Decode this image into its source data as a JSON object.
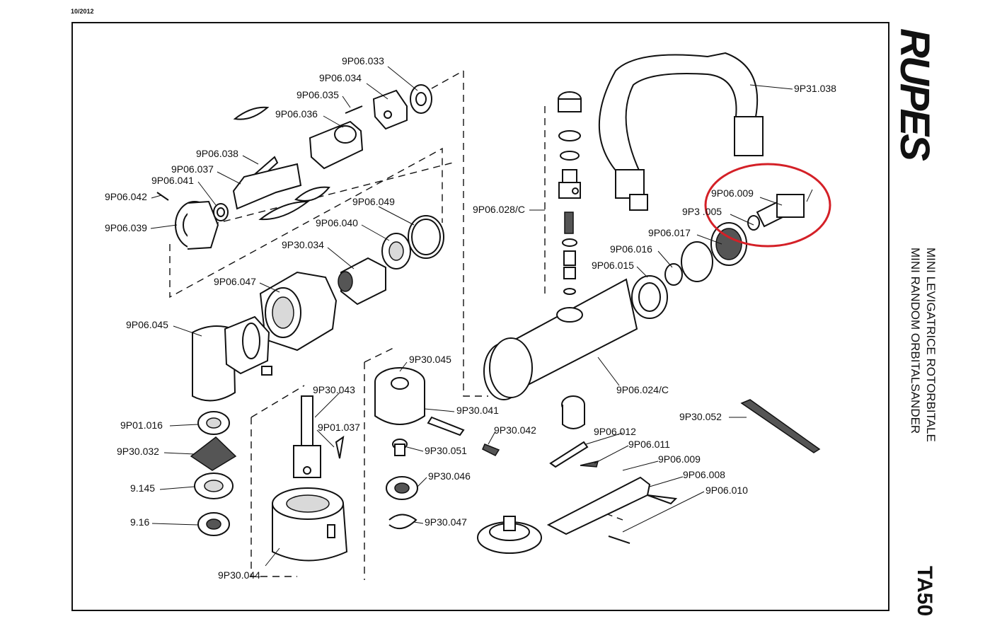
{
  "header": {
    "date": "10/2012"
  },
  "brand": {
    "logo_text": "RUPES"
  },
  "title": {
    "line1": "MINI LEVIGATRICE ROTORBITALE",
    "line2": "MINI RANDOM ORBITALSANDER"
  },
  "model": "TA50",
  "highlight": {
    "color": "#d42027",
    "marked_part": "9P06.009"
  },
  "parts": [
    "9P06.033",
    "9P06.034",
    "9P06.035",
    "9P06.036",
    "9P06.038",
    "9P06.037",
    "9P06.041",
    "9P06.042",
    "9P06.039",
    "9P06.049",
    "9P06.040",
    "9P30.034",
    "9P06.047",
    "9P06.045",
    "9P30.045",
    "9P30.043",
    "9P01.037",
    "9P30.041",
    "9P30.042",
    "9P30.051",
    "9P30.046",
    "9P30.047",
    "9P01.016",
    "9P30.032",
    "9.145",
    "9.16",
    "9P30.044",
    "9P06.028/C",
    "9P31.038",
    "9P06.009",
    "9P3 .005",
    "9P06.017",
    "9P06.016",
    "9P06.015",
    "9P06.024/C",
    "9P30.052",
    "9P06.012",
    "9P06.011",
    "9P06.009",
    "9P06.008",
    "9P06.010"
  ]
}
